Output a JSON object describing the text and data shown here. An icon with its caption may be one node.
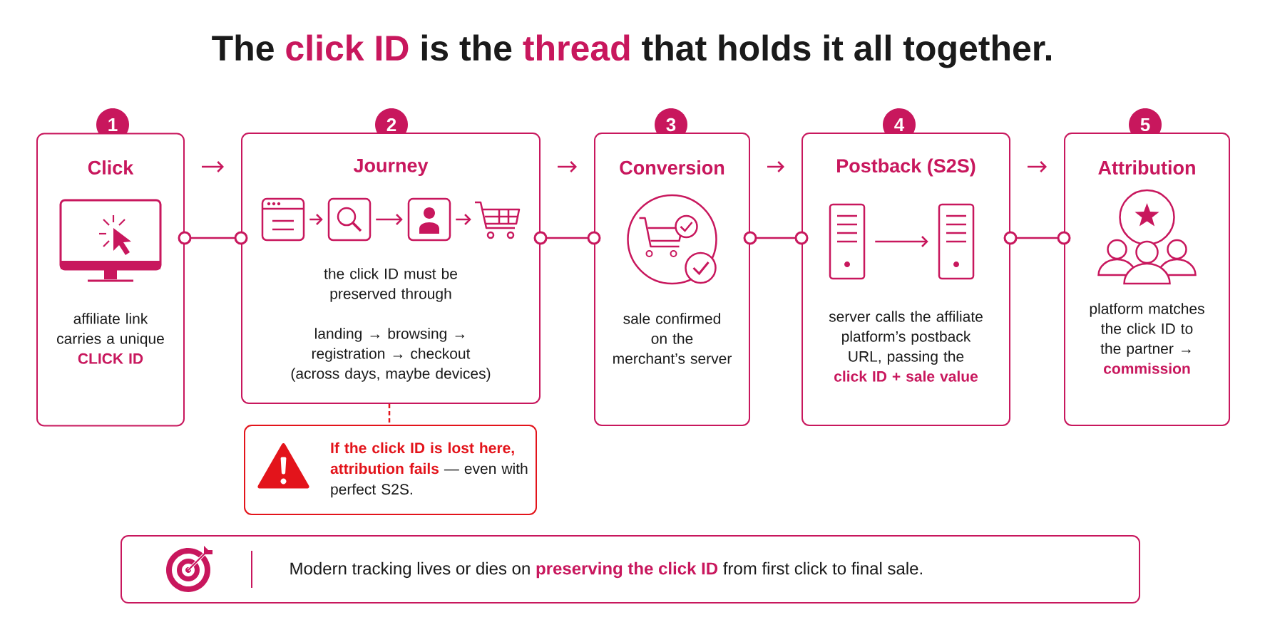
{
  "diagram": {
    "title": "The **click ID** is the **thread** that holds it all together.",
    "nodes": [
      {
        "text": [
          "1"
        ]
      },
      {
        "text": [
          "Click",
          "affiliate link carries a unique **CLICK ID**"
        ]
      },
      {
        "text": [
          "2"
        ]
      },
      {
        "text": [
          "Journey",
          "the click ID must be preserved through",
          "landing → browsing → registration → checkout (across days, maybe devices)"
        ]
      },
      {
        "text": [],
        "shape": "picture",
        "in": 3
      },
      {
        "text": [],
        "shape": "picture",
        "in": 3
      },
      {
        "text": [],
        "shape": "picture",
        "in": 3
      },
      {
        "text": [],
        "shape": "picture",
        "in": 3
      },
      {
        "text": [
          "3"
        ]
      },
      {
        "text": [
          "Conversion",
          "sale confirmed on the merchant’s server"
        ]
      },
      {
        "text": [
          "4"
        ]
      },
      {
        "text": [
          "Postback (S2S)",
          "server calls the affiliate platform’s postback URL, passing the **click ID + sale value**"
        ]
      },
      {
        "text": [],
        "shape": "picture",
        "in": 11
      },
      {
        "text": [],
        "shape": "picture",
        "in": 11
      },
      {
        "text": [
          "5"
        ]
      },
      {
        "text": [
          "Attribution",
          "platform matches the click ID to the partner → **commission**"
        ]
      },
      {
        "text": [
          "**If the click ID is lost here, attribution fails** — even with perfect S2S."
        ]
      },
      {
        "text": [
          "Modern tracking lives or dies on **preserving the click ID** from first click to final sale."
        ]
      }
    ],
    "edges": [
      {
        "from": 1,
        "to": 3,
        "arrow": "to"
      },
      {
        "from": 1,
        "to": 3,
        "arrow": "other"
      },
      {
        "from": 3,
        "to": 9,
        "arrow": "to"
      },
      {
        "from": 3,
        "to": 9,
        "arrow": "other"
      },
      {
        "from": 9,
        "to": 11,
        "arrow": "to"
      },
      {
        "from": 9,
        "to": 11,
        "arrow": "other"
      },
      {
        "from": 11,
        "to": 15,
        "arrow": "to"
      },
      {
        "from": 11,
        "to": 15,
        "arrow": "other"
      },
      {
        "from": 4,
        "to": 5,
        "arrow": "to"
      },
      {
        "from": 5,
        "to": 6,
        "arrow": "to"
      },
      {
        "from": 6,
        "to": 7,
        "arrow": "to"
      },
      {
        "from": 12,
        "to": 13,
        "arrow": "to"
      },
      {
        "from": 3,
        "to": 16,
        "arrow": "none",
        "style": "dashed",
        "color": "#e3141b"
      }
    ]
  }
}
